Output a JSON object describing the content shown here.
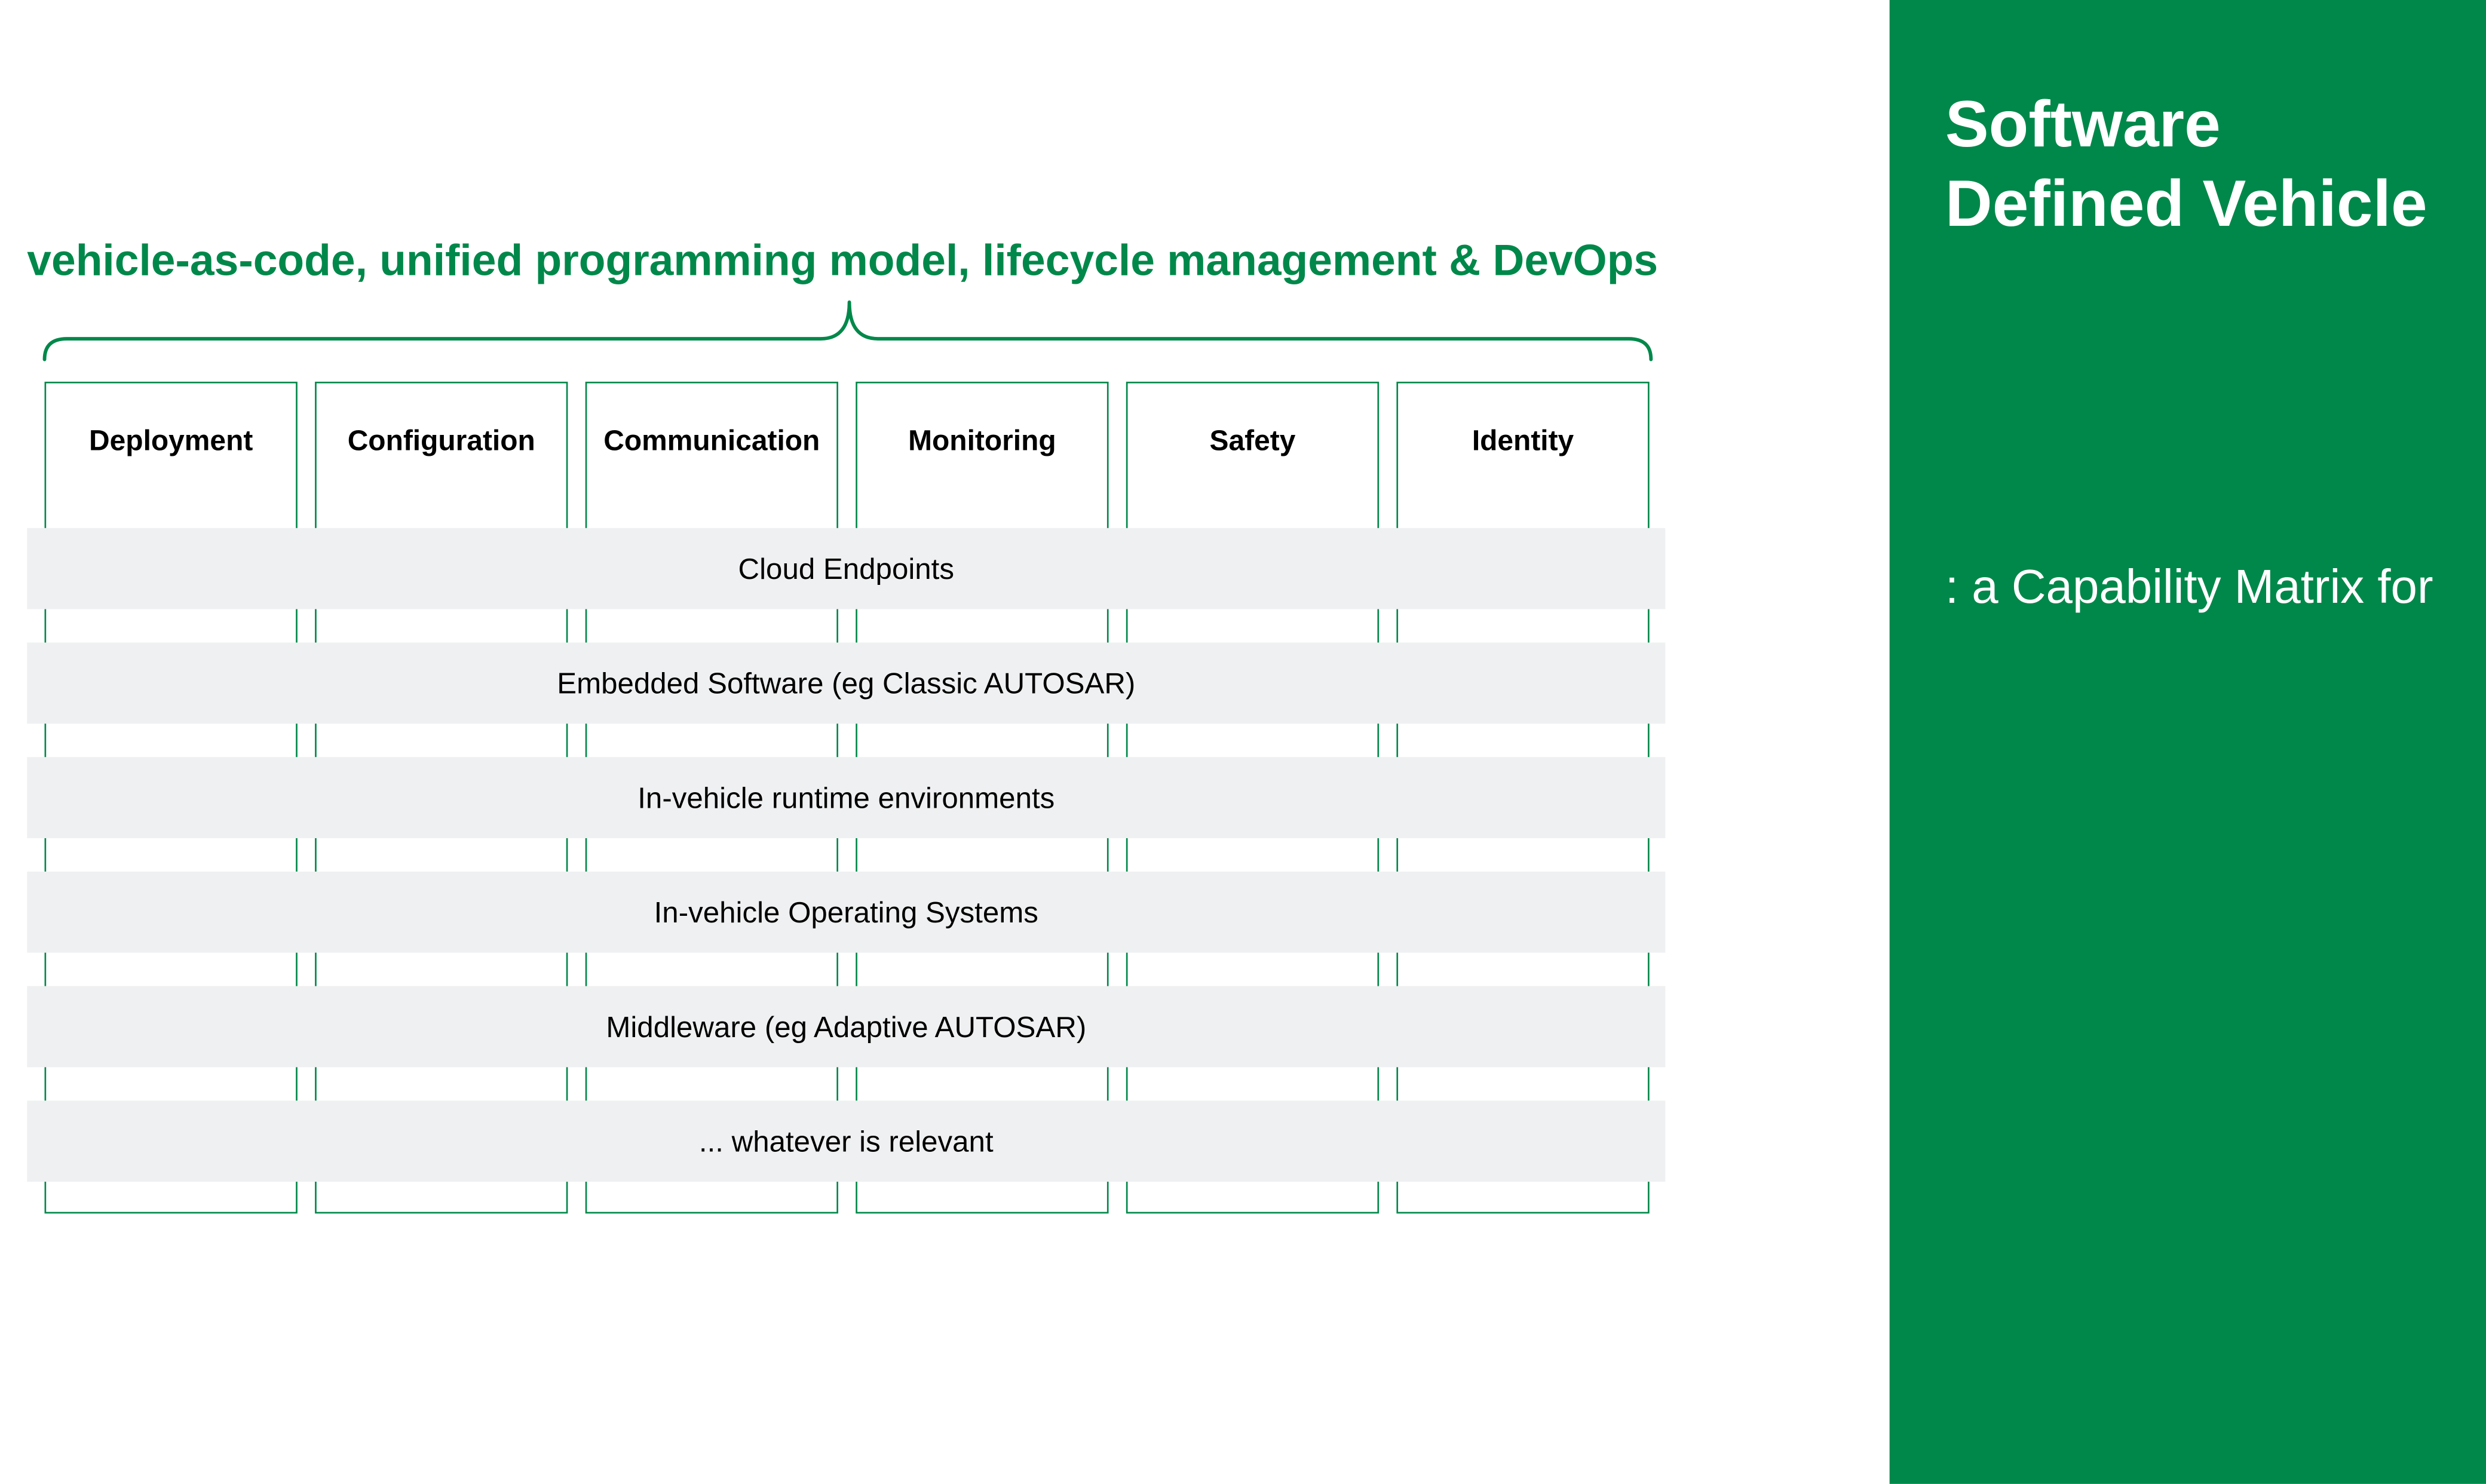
{
  "colors": {
    "brand_green": "#00884a",
    "layer_band": "#eff0f1",
    "text": "#000000",
    "background": "#ffffff"
  },
  "headline": "vehicle-as-code, unified programming model, lifecycle management & DevOps",
  "columns": [
    "Deployment",
    "Configuration",
    "Communication",
    "Monitoring",
    "Safety",
    "Identity"
  ],
  "layers": [
    "Cloud Endpoints",
    "Embedded Software (eg Classic AUTOSAR)",
    "In-vehicle runtime environments",
    "In-vehicle Operating Systems",
    "Middleware (eg Adaptive AUTOSAR)",
    "... whatever is relevant"
  ],
  "side_panel": {
    "title": "Software Defined Vehicle",
    "subtitle": ": a Capability Matrix for"
  }
}
